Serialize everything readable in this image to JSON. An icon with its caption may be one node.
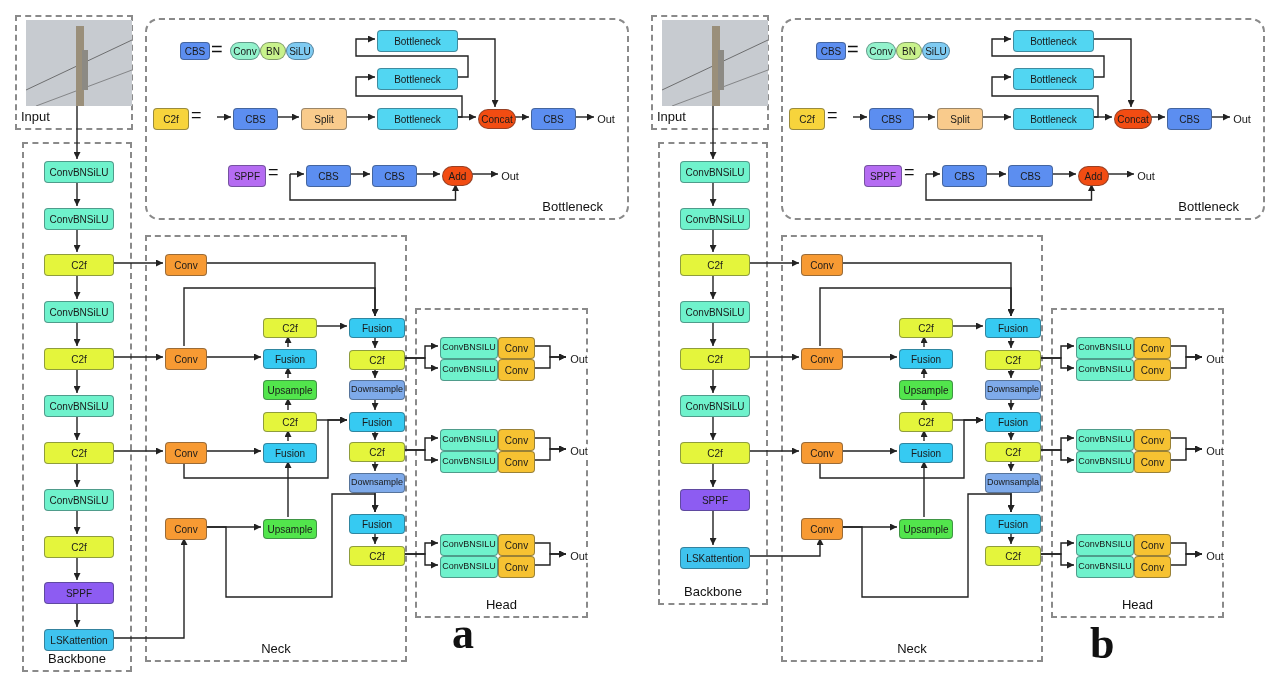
{
  "diagram": {
    "nodes": [
      {
        "text": [
          "Input"
        ]
      },
      {
        "text": [],
        "shape": "picture",
        "in": 0
      },
      {
        "text": [
          "Backbone"
        ]
      },
      {
        "text": [
          "ConvBNSiLU"
        ],
        "in": 2
      },
      {
        "text": [
          "ConvBNSiLU"
        ],
        "in": 2
      },
      {
        "text": [
          "C2f"
        ],
        "in": 2
      },
      {
        "text": [
          "ConvBNSiLU"
        ],
        "in": 2
      },
      {
        "text": [
          "C2f"
        ],
        "in": 2
      },
      {
        "text": [
          "ConvBNSiLU"
        ],
        "in": 2
      },
      {
        "text": [
          "C2f"
        ],
        "in": 2
      },
      {
        "text": [
          "ConvBNSiLU"
        ],
        "in": 2
      },
      {
        "text": [
          "C2f"
        ],
        "in": 2
      },
      {
        "text": [
          "SPPF"
        ],
        "in": 2
      },
      {
        "text": [
          "LSKattention"
        ],
        "in": 2
      },
      {
        "text": [
          "Bottleneck"
        ]
      },
      {
        "text": [
          "CBS"
        ],
        "in": 14
      },
      {
        "text": [
          "Conv"
        ],
        "in": 14
      },
      {
        "text": [
          "BN"
        ],
        "in": 14
      },
      {
        "text": [
          "SiLU"
        ],
        "in": 14
      },
      {
        "text": [
          "C2f"
        ],
        "in": 14
      },
      {
        "text": [
          "CBS"
        ],
        "in": 14
      },
      {
        "text": [
          "Split"
        ],
        "in": 14
      },
      {
        "text": [
          "Bottleneck"
        ],
        "in": 14
      },
      {
        "text": [
          "Bottleneck"
        ],
        "in": 14
      },
      {
        "text": [
          "Bottleneck"
        ],
        "in": 14
      },
      {
        "text": [
          "Concat"
        ],
        "in": 14
      },
      {
        "text": [
          "CBS"
        ],
        "in": 14
      },
      {
        "text": [
          "Out"
        ],
        "in": 14
      },
      {
        "text": [
          "SPPF"
        ],
        "in": 14
      },
      {
        "text": [
          "CBS"
        ],
        "in": 14
      },
      {
        "text": [
          "CBS"
        ],
        "in": 14
      },
      {
        "text": [
          "Add"
        ],
        "in": 14
      },
      {
        "text": [
          "Out"
        ],
        "in": 14
      },
      {
        "text": [
          "Neck"
        ]
      },
      {
        "text": [
          "Conv"
        ],
        "in": 33
      },
      {
        "text": [
          "Conv"
        ],
        "in": 33
      },
      {
        "text": [
          "C2f"
        ],
        "in": 33
      },
      {
        "text": [
          "Fusion"
        ],
        "in": 33
      },
      {
        "text": [
          "Upsample"
        ],
        "in": 33
      },
      {
        "text": [
          "C2f"
        ],
        "in": 33
      },
      {
        "text": [
          "Fusion"
        ],
        "in": 33
      },
      {
        "text": [
          "Conv"
        ],
        "in": 33
      },
      {
        "text": [
          "Conv"
        ],
        "in": 33
      },
      {
        "text": [
          "Upsample"
        ],
        "in": 33
      },
      {
        "text": [
          "Fusion"
        ],
        "in": 33
      },
      {
        "text": [
          "C2f"
        ],
        "in": 33
      },
      {
        "text": [
          "Downsample"
        ],
        "in": 33
      },
      {
        "text": [
          "Fusion"
        ],
        "in": 33
      },
      {
        "text": [
          "C2f"
        ],
        "in": 33
      },
      {
        "text": [
          "Downsample"
        ],
        "in": 33
      },
      {
        "text": [
          "Fusion"
        ],
        "in": 33
      },
      {
        "text": [
          "C2f"
        ],
        "in": 33
      },
      {
        "text": [
          "Head"
        ]
      },
      {
        "text": [
          "ConvBNSILU"
        ],
        "in": 52
      },
      {
        "text": [
          "Conv"
        ],
        "in": 52
      },
      {
        "text": [
          "ConvBNSILU"
        ],
        "in": 52
      },
      {
        "text": [
          "Conv"
        ],
        "in": 52
      },
      {
        "text": [
          "Out"
        ],
        "in": 52
      },
      {
        "text": [
          "ConvBNSILU"
        ],
        "in": 52
      },
      {
        "text": [
          "Conv"
        ],
        "in": 52
      },
      {
        "text": [
          "ConvBNSILU"
        ],
        "in": 52
      },
      {
        "text": [
          "Conv"
        ],
        "in": 52
      },
      {
        "text": [
          "Out"
        ],
        "in": 52
      },
      {
        "text": [
          "ConvBNSILU"
        ],
        "in": 52
      },
      {
        "text": [
          "Conv"
        ],
        "in": 52
      },
      {
        "text": [
          "ConvBNSILU"
        ],
        "in": 52
      },
      {
        "text": [
          "Conv"
        ],
        "in": 52
      },
      {
        "text": [
          "Out"
        ],
        "in": 52
      },
      {
        "text": [
          "Input"
        ]
      },
      {
        "text": [],
        "shape": "picture",
        "in": 68
      },
      {
        "text": [
          "Backbone"
        ]
      },
      {
        "text": [
          "ConvBNSiLU"
        ],
        "in": 70
      },
      {
        "text": [
          "ConvBNSiLU"
        ],
        "in": 70
      },
      {
        "text": [
          "C2f"
        ],
        "in": 70
      },
      {
        "text": [
          "ConvBNSiLU"
        ],
        "in": 70
      },
      {
        "text": [
          "C2f"
        ],
        "in": 70
      },
      {
        "text": [
          "ConvBNSiLU"
        ],
        "in": 70
      },
      {
        "text": [
          "C2f"
        ],
        "in": 70
      },
      {
        "text": [
          "SPPF"
        ],
        "in": 70
      },
      {
        "text": [
          "LSKattention"
        ],
        "in": 70
      },
      {
        "text": [
          "Bottleneck"
        ]
      },
      {
        "text": [
          "CBS"
        ],
        "in": 80
      },
      {
        "text": [
          "Conv"
        ],
        "in": 80
      },
      {
        "text": [
          "BN"
        ],
        "in": 80
      },
      {
        "text": [
          "SiLU"
        ],
        "in": 80
      },
      {
        "text": [
          "C2f"
        ],
        "in": 80
      },
      {
        "text": [
          "CBS"
        ],
        "in": 80
      },
      {
        "text": [
          "Split"
        ],
        "in": 80
      },
      {
        "text": [
          "Bottleneck"
        ],
        "in": 80
      },
      {
        "text": [
          "Bottleneck"
        ],
        "in": 80
      },
      {
        "text": [
          "Bottleneck"
        ],
        "in": 80
      },
      {
        "text": [
          "Concat"
        ],
        "in": 80
      },
      {
        "text": [
          "CBS"
        ],
        "in": 80
      },
      {
        "text": [
          "Out"
        ],
        "in": 80
      },
      {
        "text": [
          "SPPF"
        ],
        "in": 80
      },
      {
        "text": [
          "CBS"
        ],
        "in": 80
      },
      {
        "text": [
          "CBS"
        ],
        "in": 80
      },
      {
        "text": [
          "Add"
        ],
        "in": 80
      },
      {
        "text": [
          "Out"
        ],
        "in": 80
      },
      {
        "text": [
          "Neck"
        ]
      },
      {
        "text": [
          "Conv"
        ],
        "in": 99
      },
      {
        "text": [
          "Conv"
        ],
        "in": 99
      },
      {
        "text": [
          "C2f"
        ],
        "in": 99
      },
      {
        "text": [
          "Fusion"
        ],
        "in": 99
      },
      {
        "text": [
          "Upsample"
        ],
        "in": 99
      },
      {
        "text": [
          "C2f"
        ],
        "in": 99
      },
      {
        "text": [
          "Fusion"
        ],
        "in": 99
      },
      {
        "text": [
          "Conv"
        ],
        "in": 99
      },
      {
        "text": [
          "Conv"
        ],
        "in": 99
      },
      {
        "text": [
          "Upsample"
        ],
        "in": 99
      },
      {
        "text": [
          "Fusion"
        ],
        "in": 99
      },
      {
        "text": [
          "C2f"
        ],
        "in": 99
      },
      {
        "text": [
          "Downsample"
        ],
        "in": 99
      },
      {
        "text": [
          "Fusion"
        ],
        "in": 99
      },
      {
        "text": [
          "C2f"
        ],
        "in": 99
      },
      {
        "text": [
          "Downsampla"
        ],
        "in": 99
      },
      {
        "text": [
          "Fusion"
        ],
        "in": 99
      },
      {
        "text": [
          "C2f"
        ],
        "in": 99
      },
      {
        "text": [
          "Head"
        ]
      },
      {
        "text": [
          "ConvBNSILU"
        ],
        "in": 118
      },
      {
        "text": [
          "Conv"
        ],
        "in": 118
      },
      {
        "text": [
          "ConvBNSILU"
        ],
        "in": 118
      },
      {
        "text": [
          "Conv"
        ],
        "in": 118
      },
      {
        "text": [
          "Out"
        ],
        "in": 118
      },
      {
        "text": [
          "ConvBNSILU"
        ],
        "in": 118
      },
      {
        "text": [
          "Conv"
        ],
        "in": 118
      },
      {
        "text": [
          "ConvBNSILU"
        ],
        "in": 118
      },
      {
        "text": [
          "Conv"
        ],
        "in": 118
      },
      {
        "text": [
          "Out"
        ],
        "in": 118
      },
      {
        "text": [
          "ConvBNSILU"
        ],
        "in": 118
      },
      {
        "text": [
          "Conv"
        ],
        "in": 118
      },
      {
        "text": [
          "ConvBNSILU"
        ],
        "in": 118
      },
      {
        "text": [
          "Conv"
        ],
        "in": 118
      },
      {
        "text": [
          "Out"
        ],
        "in": 118
      }
    ],
    "edges": [
      {
        "from": 1,
        "to": 3,
        "arrow": "to"
      },
      {
        "from": 3,
        "to": 4,
        "arrow": "to"
      },
      {
        "from": 4,
        "to": 5,
        "arrow": "to"
      },
      {
        "from": 5,
        "to": 6,
        "arrow": "to"
      },
      {
        "from": 6,
        "to": 7,
        "arrow": "to"
      },
      {
        "from": 7,
        "to": 8,
        "arrow": "to"
      },
      {
        "from": 8,
        "to": 9,
        "arrow": "to"
      },
      {
        "from": 9,
        "to": 10,
        "arrow": "to"
      },
      {
        "from": 10,
        "to": 11,
        "arrow": "to"
      },
      {
        "from": 11,
        "to": 12,
        "arrow": "to"
      },
      {
        "from": 12,
        "to": 13,
        "arrow": "to"
      },
      {
        "from": null,
        "to": 20,
        "arrow": "to"
      },
      {
        "from": 20,
        "to": 21,
        "arrow": "to"
      },
      {
        "from": 21,
        "to": 24,
        "arrow": "to"
      },
      {
        "from": 24,
        "to": 25,
        "arrow": "to"
      },
      {
        "from": 24,
        "to": 23,
        "arrow": "to"
      },
      {
        "from": 23,
        "to": 22,
        "arrow": "to"
      },
      {
        "from": 22,
        "to": 25,
        "arrow": "to"
      },
      {
        "from": 25,
        "to": 26,
        "arrow": "to"
      },
      {
        "from": 26,
        "to": 27,
        "arrow": "to"
      },
      {
        "from": null,
        "to": 29,
        "arrow": "to"
      },
      {
        "from": 29,
        "to": 30,
        "arrow": "to"
      },
      {
        "from": 30,
        "to": 31,
        "arrow": "to"
      },
      {
        "from": 31,
        "to": 32,
        "arrow": "to"
      },
      {
        "from": null,
        "to": 31,
        "arrow": "to"
      },
      {
        "from": 5,
        "to": 34,
        "arrow": "to"
      },
      {
        "from": 7,
        "to": 35,
        "arrow": "to"
      },
      {
        "from": 9,
        "to": 41,
        "arrow": "to"
      },
      {
        "from": 13,
        "to": 42,
        "arrow": "to"
      },
      {
        "from": 34,
        "to": 44,
        "arrow": "to"
      },
      {
        "from": 35,
        "to": 44,
        "arrow": "to"
      },
      {
        "from": 35,
        "to": 37,
        "arrow": "to"
      },
      {
        "from": 37,
        "to": 36,
        "arrow": "to"
      },
      {
        "from": 36,
        "to": 44,
        "arrow": "to"
      },
      {
        "from": 38,
        "to": 37,
        "arrow": "to"
      },
      {
        "from": 39,
        "to": 38,
        "arrow": "to"
      },
      {
        "from": 40,
        "to": 39,
        "arrow": "to"
      },
      {
        "from": 39,
        "to": 47,
        "arrow": "to"
      },
      {
        "from": 41,
        "to": 40,
        "arrow": "to"
      },
      {
        "from": 41,
        "to": 47,
        "arrow": "to"
      },
      {
        "from": 43,
        "to": 40,
        "arrow": "to"
      },
      {
        "from": 42,
        "to": 43,
        "arrow": "to"
      },
      {
        "from": 42,
        "to": 50,
        "arrow": "to"
      },
      {
        "from": 44,
        "to": 45,
        "arrow": "to"
      },
      {
        "from": 45,
        "to": 46,
        "arrow": "to"
      },
      {
        "from": 46,
        "to": 47,
        "arrow": "to"
      },
      {
        "from": 47,
        "to": 48,
        "arrow": "to"
      },
      {
        "from": 48,
        "to": 49,
        "arrow": "to"
      },
      {
        "from": 49,
        "to": 50,
        "arrow": "to"
      },
      {
        "from": 50,
        "to": 51,
        "arrow": "to"
      },
      {
        "from": 45,
        "to": 53,
        "arrow": "to"
      },
      {
        "from": 45,
        "to": 55,
        "arrow": "to"
      },
      {
        "from": 48,
        "to": 58,
        "arrow": "to"
      },
      {
        "from": 48,
        "to": 60,
        "arrow": "to"
      },
      {
        "from": 51,
        "to": 63,
        "arrow": "to"
      },
      {
        "from": 51,
        "to": 65,
        "arrow": "to"
      },
      {
        "from": 54,
        "to": 57,
        "arrow": "to"
      },
      {
        "from": 56,
        "to": 57,
        "arrow": "to"
      },
      {
        "from": 59,
        "to": 62,
        "arrow": "to"
      },
      {
        "from": 61,
        "to": 62,
        "arrow": "to"
      },
      {
        "from": 64,
        "to": 67,
        "arrow": "to"
      },
      {
        "from": 66,
        "to": 67,
        "arrow": "to"
      },
      {
        "from": 69,
        "to": 71,
        "arrow": "to"
      },
      {
        "from": 71,
        "to": 72,
        "arrow": "to"
      },
      {
        "from": 72,
        "to": 73,
        "arrow": "to"
      },
      {
        "from": 73,
        "to": 74,
        "arrow": "to"
      },
      {
        "from": 74,
        "to": 75,
        "arrow": "to"
      },
      {
        "from": 75,
        "to": 76,
        "arrow": "to"
      },
      {
        "from": 76,
        "to": 77,
        "arrow": "to"
      },
      {
        "from": 77,
        "to": 78,
        "arrow": "to"
      },
      {
        "from": 78,
        "to": 79,
        "arrow": "to"
      },
      {
        "from": null,
        "to": 86,
        "arrow": "to"
      },
      {
        "from": 86,
        "to": 87,
        "arrow": "to"
      },
      {
        "from": 87,
        "to": 90,
        "arrow": "to"
      },
      {
        "from": 90,
        "to": 91,
        "arrow": "to"
      },
      {
        "from": 90,
        "to": 89,
        "arrow": "to"
      },
      {
        "from": 89,
        "to": 88,
        "arrow": "to"
      },
      {
        "from": 88,
        "to": 91,
        "arrow": "to"
      },
      {
        "from": 91,
        "to": 92,
        "arrow": "to"
      },
      {
        "from": 92,
        "to": 93,
        "arrow": "to"
      },
      {
        "from": null,
        "to": 95,
        "arrow": "to"
      },
      {
        "from": 95,
        "to": 96,
        "arrow": "to"
      },
      {
        "from": 96,
        "to": 97,
        "arrow": "to"
      },
      {
        "from": 97,
        "to": 98,
        "arrow": "to"
      },
      {
        "from": null,
        "to": 97,
        "arrow": "to"
      },
      {
        "from": 73,
        "to": 100,
        "arrow": "to"
      },
      {
        "from": 75,
        "to": 101,
        "arrow": "to"
      },
      {
        "from": 77,
        "to": 107,
        "arrow": "to"
      },
      {
        "from": 79,
        "to": 108,
        "arrow": "to"
      },
      {
        "from": 100,
        "to": 110,
        "arrow": "to"
      },
      {
        "from": 101,
        "to": 110,
        "arrow": "to"
      },
      {
        "from": 101,
        "to": 103,
        "arrow": "to"
      },
      {
        "from": 103,
        "to": 102,
        "arrow": "to"
      },
      {
        "from": 102,
        "to": 110,
        "arrow": "to"
      },
      {
        "from": 104,
        "to": 103,
        "arrow": "to"
      },
      {
        "from": 105,
        "to": 104,
        "arrow": "to"
      },
      {
        "from": 106,
        "to": 105,
        "arrow": "to"
      },
      {
        "from": 105,
        "to": 113,
        "arrow": "to"
      },
      {
        "from": 107,
        "to": 106,
        "arrow": "to"
      },
      {
        "from": 107,
        "to": 113,
        "arrow": "to"
      },
      {
        "from": 109,
        "to": 106,
        "arrow": "to"
      },
      {
        "from": 108,
        "to": 109,
        "arrow": "to"
      },
      {
        "from": 108,
        "to": 116,
        "arrow": "to"
      },
      {
        "from": 110,
        "to": 111,
        "arrow": "to"
      },
      {
        "from": 111,
        "to": 112,
        "arrow": "to"
      },
      {
        "from": 112,
        "to": 113,
        "arrow": "to"
      },
      {
        "from": 113,
        "to": 114,
        "arrow": "to"
      },
      {
        "from": 114,
        "to": 115,
        "arrow": "to"
      },
      {
        "from": 115,
        "to": 116,
        "arrow": "to"
      },
      {
        "from": 116,
        "to": 117,
        "arrow": "to"
      },
      {
        "from": 111,
        "to": 119,
        "arrow": "to"
      },
      {
        "from": 111,
        "to": 121,
        "arrow": "to"
      },
      {
        "from": 114,
        "to": 124,
        "arrow": "to"
      },
      {
        "from": 114,
        "to": 126,
        "arrow": "to"
      },
      {
        "from": 117,
        "to": 129,
        "arrow": "to"
      },
      {
        "from": 117,
        "to": 131,
        "arrow": "to"
      },
      {
        "from": 120,
        "to": 123,
        "arrow": "to"
      },
      {
        "from": 122,
        "to": 123,
        "arrow": "to"
      },
      {
        "from": 125,
        "to": 128,
        "arrow": "to"
      },
      {
        "from": 127,
        "to": 128,
        "arrow": "to"
      },
      {
        "from": 130,
        "to": 133,
        "arrow": "to"
      },
      {
        "from": 132,
        "to": 133,
        "arrow": "to"
      }
    ],
    "labels": [
      "=",
      "=",
      "=",
      "a",
      "=",
      "=",
      "=",
      "b"
    ]
  }
}
